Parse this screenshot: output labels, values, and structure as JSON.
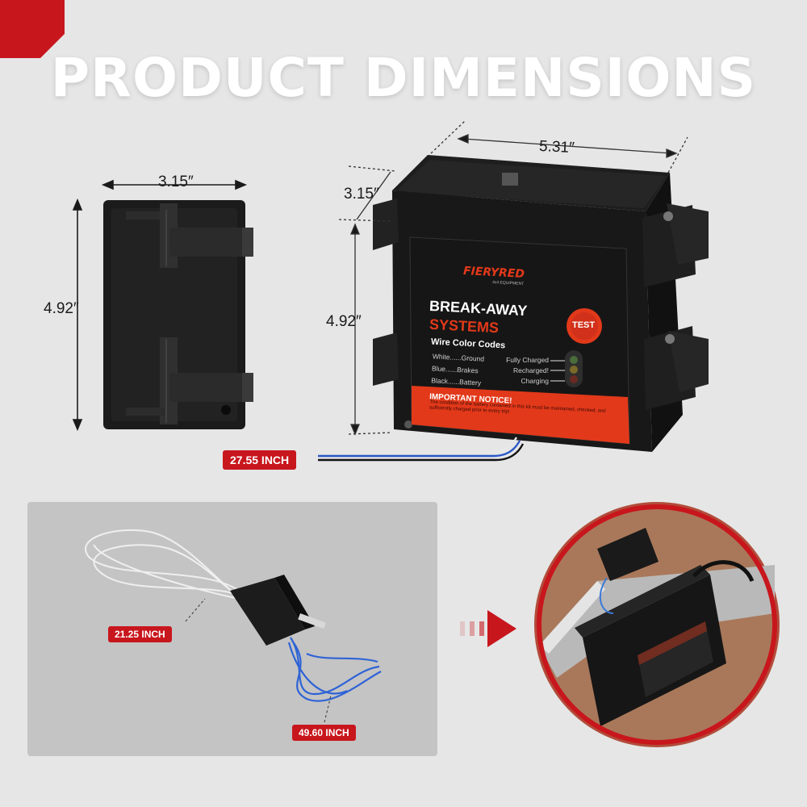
{
  "headline": "PRODUCT DIMENSIONS",
  "brand": {
    "logo_text": "FIERYRED",
    "logo_sub": "4x4 EQUIPMENT"
  },
  "colors": {
    "accent_red": "#c8161d",
    "unit_black": "#161616",
    "label_orange": "#e2391a",
    "background": "#e6e6e6",
    "panel_gray": "#c4c4c4"
  },
  "dimensions": {
    "side_width": "3.15″",
    "side_height": "4.92″",
    "front_length": "5.31″",
    "front_depth": "3.15″",
    "front_height": "4.92″",
    "cable_length": "27.55 INCH"
  },
  "product_label": {
    "title_line1": "BREAK-AWAY",
    "title_line2": "SYSTEMS",
    "test_button": "TEST",
    "wire_title": "Wire Color Codes",
    "wires": [
      {
        "color": "White",
        "function": "Ground"
      },
      {
        "color": "Blue",
        "function": "Brakes"
      },
      {
        "color": "Black",
        "function": "Battery"
      }
    ],
    "status": [
      "Fully Charged",
      "Recharged!",
      "Charging"
    ],
    "notice_title": "IMPORTANT NOTICE!",
    "notice_text": "The condition of the battery contained in this kit must be maintained, checked, and sufficiently charged prior to every trip!"
  },
  "switch_lengths": {
    "cable_a": "21.25 INCH",
    "cable_b": "49.60 INCH"
  }
}
